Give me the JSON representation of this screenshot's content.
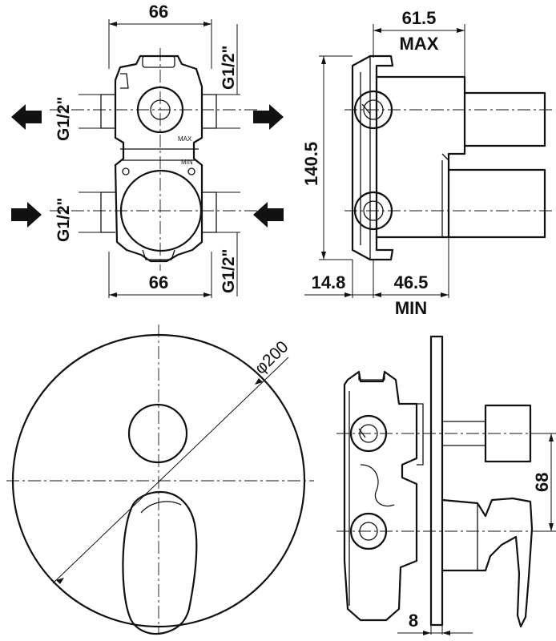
{
  "front_view": {
    "width_top": "66",
    "width_bottom": "66",
    "thread_left_top": "G1/2\"",
    "thread_left_bottom": "G1/2\"",
    "thread_right_top": "G1/2\"",
    "thread_right_bottom": "G1/2\"",
    "mark_max": "MAX",
    "mark_min": "MIN"
  },
  "side_view": {
    "depth_max_value": "61.5",
    "depth_max_label": "MAX",
    "height": "140.5",
    "offset": "14.8",
    "depth_min_value": "46.5",
    "depth_min_label": "MIN"
  },
  "plate_view": {
    "diameter": "φ200"
  },
  "installed_view": {
    "spacing": "68",
    "plate_thickness": "8"
  }
}
